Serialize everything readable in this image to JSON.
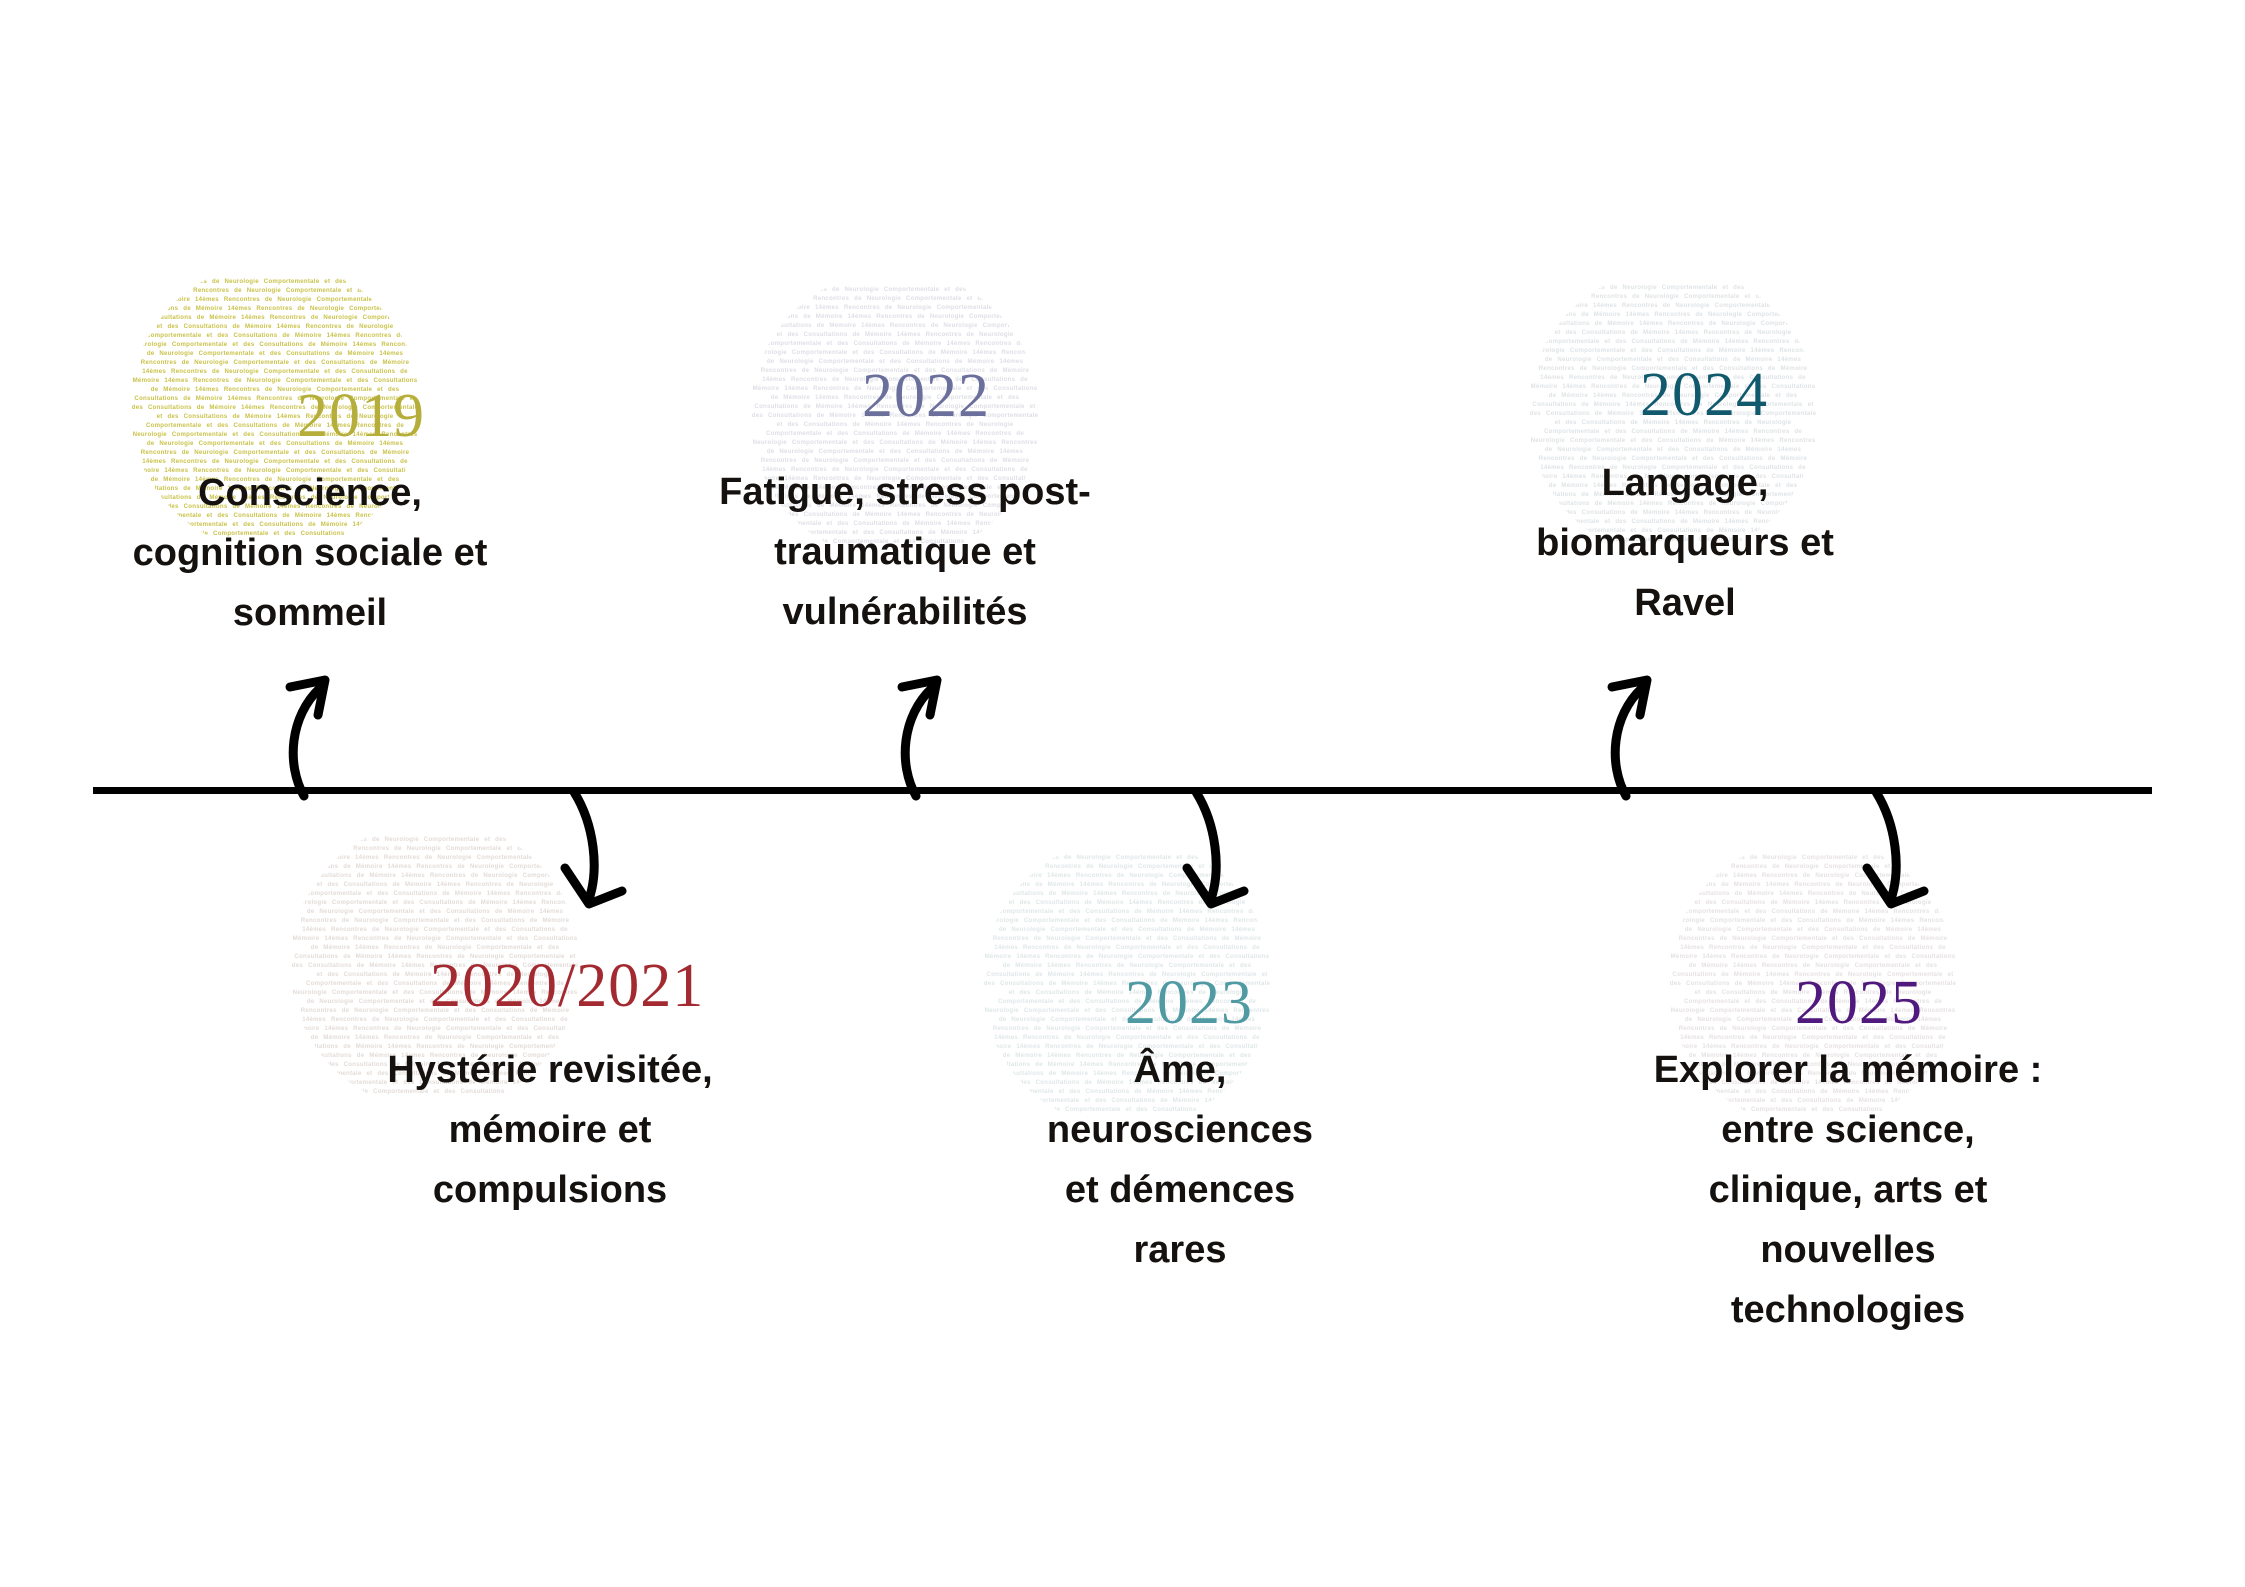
{
  "page": {
    "background_color": "#ffffff",
    "axis_color": "#000000",
    "caption_color": "#15110f",
    "cloud_phrase": "14èmes Rencontres de Neurologie Comportementale et des Consultations de Mémoire"
  },
  "timeline": {
    "entries": [
      {
        "year": "2019",
        "year_color": "#b5ae3a",
        "cloud_color": "#c9c24a",
        "caption": "Conscience,\ncognition sociale et\nsommeil",
        "side": "above"
      },
      {
        "year": "2020/2021",
        "year_color": "#a32a31",
        "cloud_color": "#e3dcd8",
        "caption": "Hystérie revisitée,\nmémoire et\ncompulsions",
        "side": "below"
      },
      {
        "year": "2022",
        "year_color": "#6b6f9c",
        "cloud_color": "#dedfe6",
        "caption": "Fatigue, stress post-\ntraumatique et\nvulnérabilités",
        "side": "above"
      },
      {
        "year": "2023",
        "year_color": "#4f9aa3",
        "cloud_color": "#dfe7e8",
        "caption": "Âme,\nneurosciences\net démences\nrares",
        "side": "below"
      },
      {
        "year": "2024",
        "year_color": "#115a6e",
        "cloud_color": "#dfe3e6",
        "caption": "Langage,\nbiomarqueurs et\nRavel",
        "side": "above"
      },
      {
        "year": "2025",
        "year_color": "#50197d",
        "cloud_color": "#e6e1e3",
        "caption": "Explorer la mémoire :\nentre science,\nclinique, arts et\nnouvelles\ntechnologies",
        "side": "below"
      }
    ]
  }
}
